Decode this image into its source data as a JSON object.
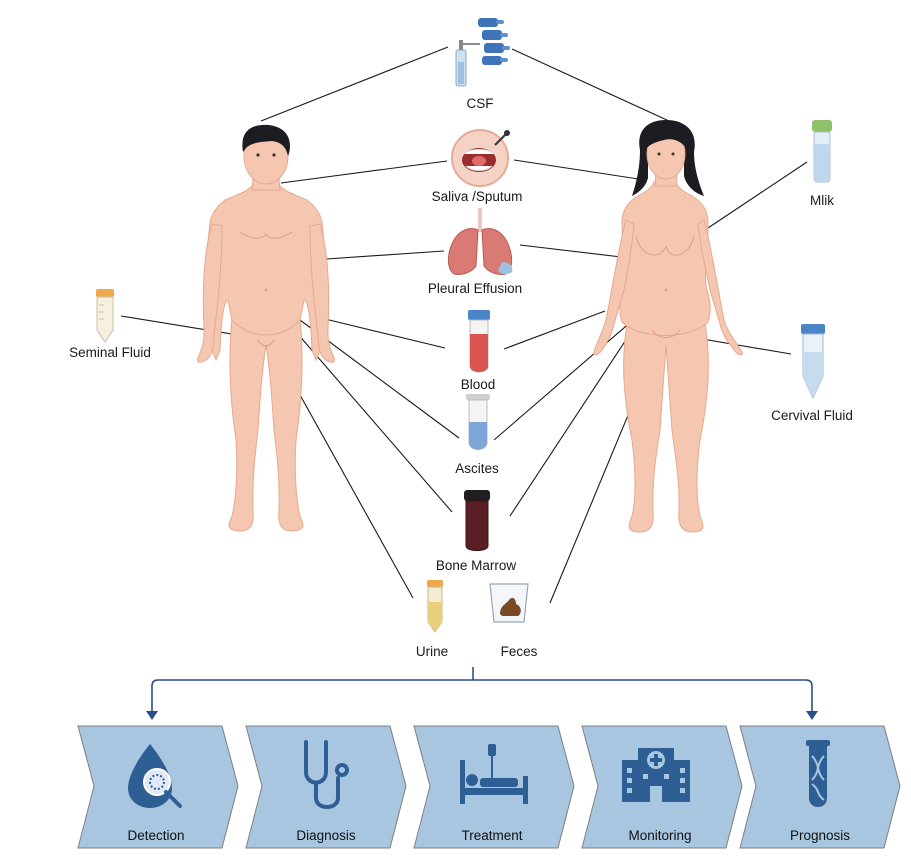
{
  "specimens": {
    "csf": "CSF",
    "saliva": "Saliva /Sputum",
    "pleural": "Pleural Effusion",
    "blood": "Blood",
    "ascites": "Ascites",
    "bone_marrow": "Bone Marrow",
    "urine": "Urine",
    "feces": "Feces",
    "seminal": "Seminal Fluid",
    "milk": "Mlik",
    "cervical": "Cervival Fluid"
  },
  "stages": [
    {
      "label": "Detection",
      "icon": "magnifier-drop-icon"
    },
    {
      "label": "Diagnosis",
      "icon": "stethoscope-icon"
    },
    {
      "label": "Treatment",
      "icon": "hospital-bed-icon"
    },
    {
      "label": "Monitoring",
      "icon": "hospital-building-icon"
    },
    {
      "label": "Prognosis",
      "icon": "dna-tube-icon"
    }
  ],
  "colors": {
    "chevron_fill": "#a9c6e1",
    "chevron_stroke": "#7f7f7f",
    "icon": "#2e5f94",
    "arrow": "#2a4d8f",
    "skin": "#f6c7b0",
    "blood": "#d9534f",
    "ascites": "#7fa6d8",
    "marrow": "#5a1f25"
  }
}
